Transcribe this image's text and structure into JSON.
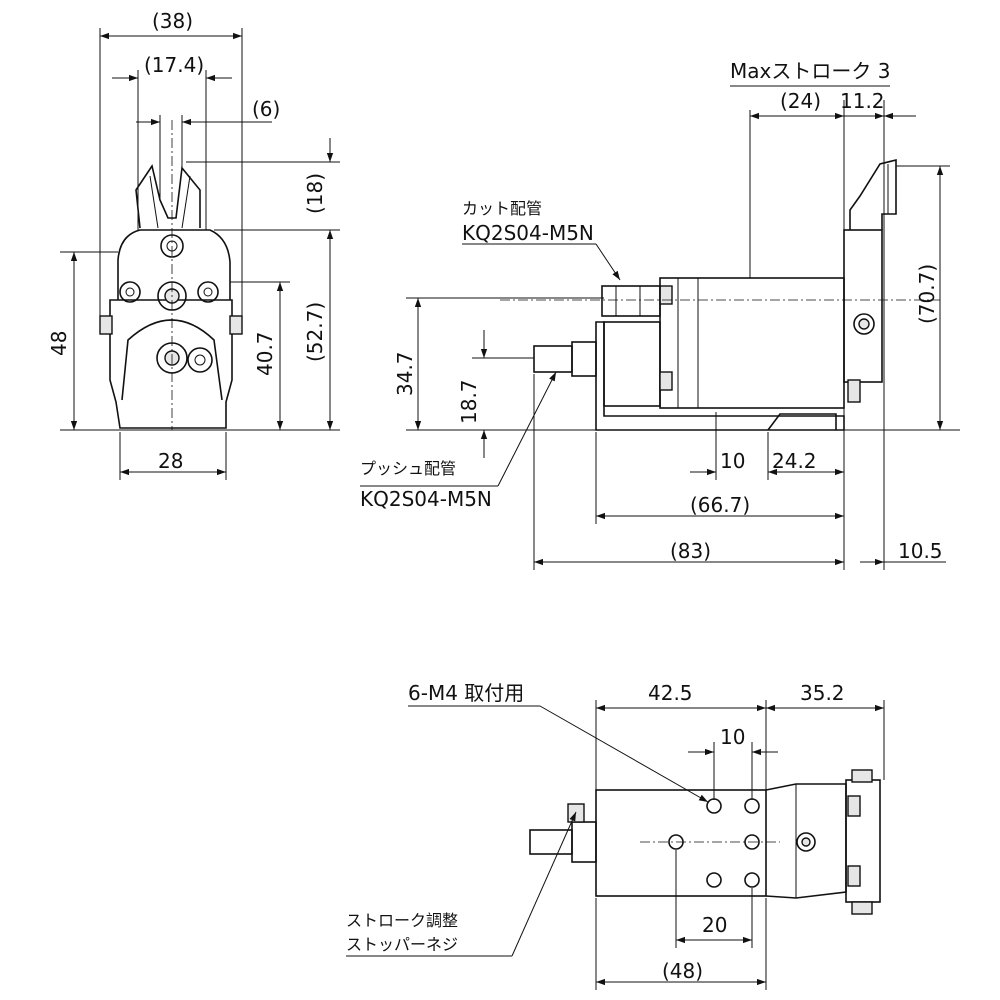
{
  "dimensions": {
    "front_38": "(38)",
    "front_17_4": "(17.4)",
    "front_6": "(6)",
    "front_18": "(18)",
    "front_48": "48",
    "front_40_7": "40.7",
    "front_52_7": "(52.7)",
    "front_28": "28",
    "side_max_stroke": "Maxストローク  3",
    "side_24": "(24)",
    "side_11_2": "11.2",
    "side_70_7": "(70.7)",
    "side_34_7": "34.7",
    "side_18_7": "18.7",
    "side_10": "10",
    "side_24_2": "24.2",
    "side_66_7": "(66.7)",
    "side_83": "(83)",
    "side_10_5": "10.5",
    "top_42_5": "42.5",
    "top_35_2": "35.2",
    "top_10": "10",
    "top_20": "20",
    "top_48": "(48)"
  },
  "callouts": {
    "cut_port_title": "カット配管",
    "cut_port_part": "KQ2S04-M5N",
    "push_port_title": "プッシュ配管",
    "push_port_part": "KQ2S04-M5N",
    "mount_holes": "6-M4 取付用",
    "stroke_adjust_1": "ストローク調整",
    "stroke_adjust_2": "ストッパーネジ"
  }
}
